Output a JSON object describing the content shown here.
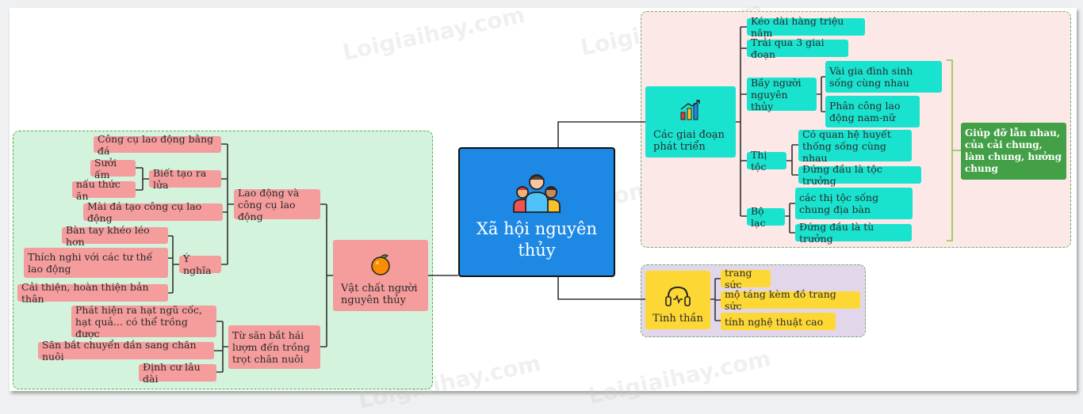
{
  "center": {
    "title": "Xã hội nguyên thủy",
    "icon": "people-group-icon"
  },
  "watermark": "Loigiaihay.com",
  "left": {
    "main": {
      "label": "Vật chất người nguyên thủy",
      "icon": "orange-fruit-icon"
    },
    "lao_dong": {
      "label": "Lao động và công cụ lao động",
      "cong_cu": "Công cụ lao động bằng đá",
      "biet_tao_lua": "Biết tạo ra lửa",
      "suoi_am": "Sưởi ấm",
      "nau_thuc_an": "nấu thức ăn",
      "mai_da": "Mài đá tạo công cụ lao động",
      "y_nghia": "Ý nghĩa",
      "ban_tay": "Bàn tay khéo léo hơn",
      "thich_nghi": "Thích nghi với các tư thế lao động",
      "cai_thien": "Cải thiện, hoàn thiện bản thân"
    },
    "san_bat": {
      "label": "Từ săn bắt hái lượm đến trồng trọt chăn nuôi",
      "phat_hien": "Phát hiện ra hạt ngũ cốc, hạt quả... có thể trồng được",
      "chan_nuoi": "Săn bắt chuyển dần sang chăn nuôi",
      "dinh_cu": "Định cư lâu dài"
    }
  },
  "right_top": {
    "main": {
      "label": "Các giai đoạn phát triển",
      "icon": "bar-chart-icon"
    },
    "keo_dai": "Kéo dài hàng triệu năm",
    "trai_qua": "Trải qua 3 giai đoạn",
    "bay_nguoi": {
      "label": "Bầy người nguyên thủy",
      "vai_gia_dinh": "Vài gia đình sinh sống cùng nhau",
      "phan_cong": "Phân công lao động nam-nữ"
    },
    "thi_toc": {
      "label": "Thị tộc",
      "quan_he": "Có quan hệ huyết thống sống cùng nhau",
      "dung_dau": "Đứng đầu là tộc trưởng"
    },
    "bo_lac": {
      "label": "Bộ lạc",
      "cac_thi_toc": "các thị tộc sống chung địa bàn",
      "dung_dau": "Đứng đầu là tù trưởng"
    },
    "summary": "Giúp đỡ lẫn nhau, của cải chung, làm chung, hưởng chung"
  },
  "right_bottom": {
    "main": {
      "label": "Tinh thần",
      "icon": "headphones-icon"
    },
    "trang_suc": "trang sức",
    "mo_tang": "mộ táng kèm đồ trang sức",
    "nghe_thuat": "tính nghệ thuật cao"
  },
  "colors": {
    "center": "#1e88e5",
    "left_region": "#d4f3dc",
    "left_node": "#f59c9c",
    "right_top_region": "#fde8e8",
    "right_top_node": "#19e3cf",
    "right_bottom_region": "#e2d7ea",
    "right_bottom_node": "#fdd835",
    "summary": "#43a047",
    "line": "#333333"
  }
}
